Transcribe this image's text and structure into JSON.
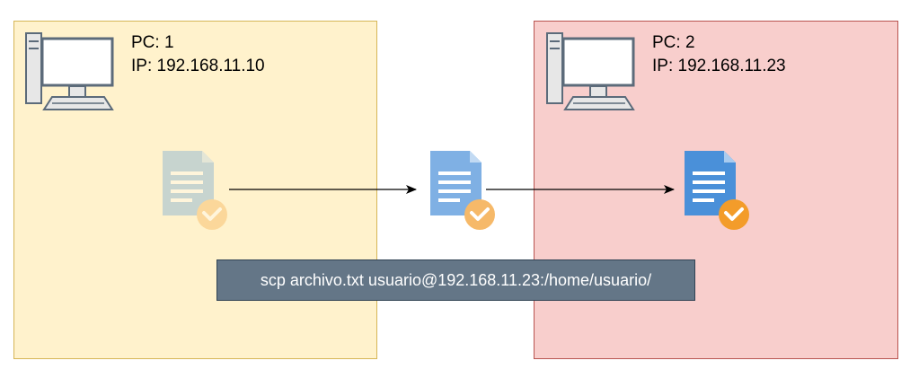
{
  "colors": {
    "pc1_fill": "#fff2cc",
    "pc1_stroke": "#d6b656",
    "pc2_fill": "#f8cecc",
    "pc2_stroke": "#b85450",
    "command_fill": "#647687",
    "doc_blue": "#4a90d9",
    "check_orange": "#f39c2a"
  },
  "pc1": {
    "name": "PC: 1",
    "ip": "IP: 192.168.11.10"
  },
  "pc2": {
    "name": "PC: 2",
    "ip": "IP: 192.168.11.23"
  },
  "icons": {
    "computer": "desktop-computer-icon",
    "document": "document-with-check-icon"
  },
  "documents": [
    {
      "name": "source-file",
      "opacity": 0.3
    },
    {
      "name": "transit-file",
      "opacity": 0.7
    },
    {
      "name": "destination-file",
      "opacity": 1.0
    }
  ],
  "command": "scp archivo.txt usuario@192.168.11.23:/home/usuario/"
}
